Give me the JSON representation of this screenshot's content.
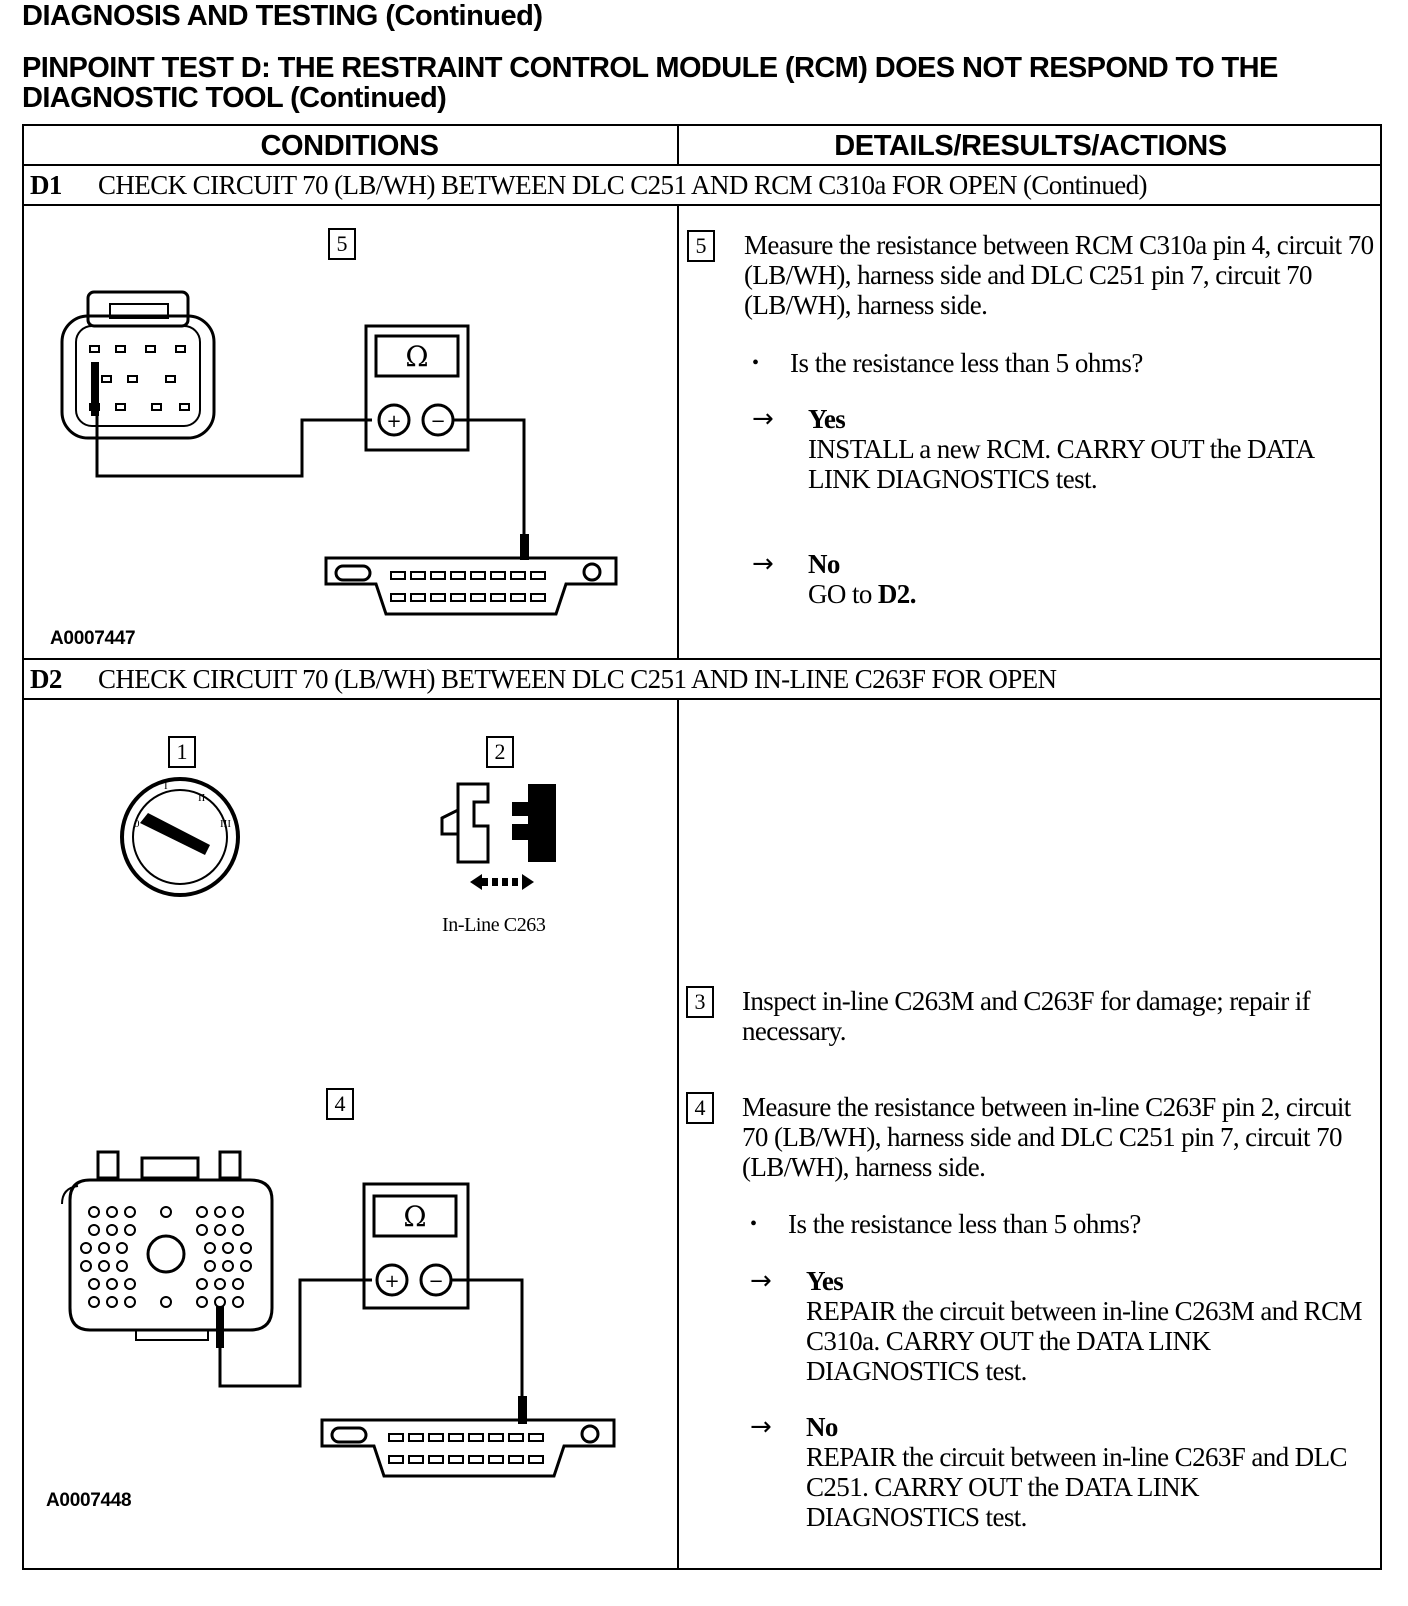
{
  "header": {
    "title": "DIAGNOSIS AND TESTING (Continued)",
    "subtitle": "PINPOINT TEST D: THE RESTRAINT CONTROL MODULE (RCM) DOES NOT RESPOND TO THE DIAGNOSTIC TOOL (Continued)"
  },
  "table": {
    "col_conditions": "CONDITIONS",
    "col_details": "DETAILS/RESULTS/ACTIONS"
  },
  "d1": {
    "id": "D1",
    "title": "CHECK CIRCUIT 70 (LB/WH) BETWEEN DLC C251 AND RCM C310a FOR OPEN (Continued)",
    "figure_id": "A0007447",
    "diagram_step": "5",
    "ohm_symbol": "Ω",
    "plus": "+",
    "minus": "−",
    "step5": {
      "num": "5",
      "text": "Measure the resistance between RCM C310a pin 4, circuit 70 (LB/WH), harness side and DLC C251 pin 7, circuit 70 (LB/WH), harness side.",
      "question": "Is the resistance less than 5 ohms?",
      "yes_label": "Yes",
      "yes_text": "INSTALL a new RCM. CARRY OUT the DATA LINK  DIAGNOSTICS test.",
      "no_label": "No",
      "no_text_prefix": "GO to ",
      "no_text_ref": "D2."
    }
  },
  "d2": {
    "id": "D2",
    "title": "CHECK CIRCUIT 70 (LB/WH) BETWEEN DLC C251 AND IN-LINE C263F FOR OPEN",
    "figure_id": "A0007448",
    "step1_num": "1",
    "step2_num": "2",
    "step4_diagram_num": "4",
    "connector_caption": "In-Line C263",
    "ohm_symbol": "Ω",
    "plus": "+",
    "minus": "−",
    "key_marks": [
      "0",
      "I",
      "II",
      "III"
    ],
    "step3": {
      "num": "3",
      "text": "Inspect in-line C263M and C263F for damage; repair if necessary."
    },
    "step4": {
      "num": "4",
      "text": "Measure the resistance between in-line C263F pin 2, circuit 70 (LB/WH), harness side and DLC C251 pin 7, circuit 70 (LB/WH), harness side.",
      "question": "Is the resistance less than 5 ohms?",
      "yes_label": "Yes",
      "yes_text": "REPAIR the circuit between in-line C263M and RCM C310a. CARRY OUT the DATA LINK DIAGNOSTICS test.",
      "no_label": "No",
      "no_text": "REPAIR the circuit between in-line C263F and DLC C251. CARRY OUT the DATA LINK DIAGNOSTICS test."
    }
  }
}
